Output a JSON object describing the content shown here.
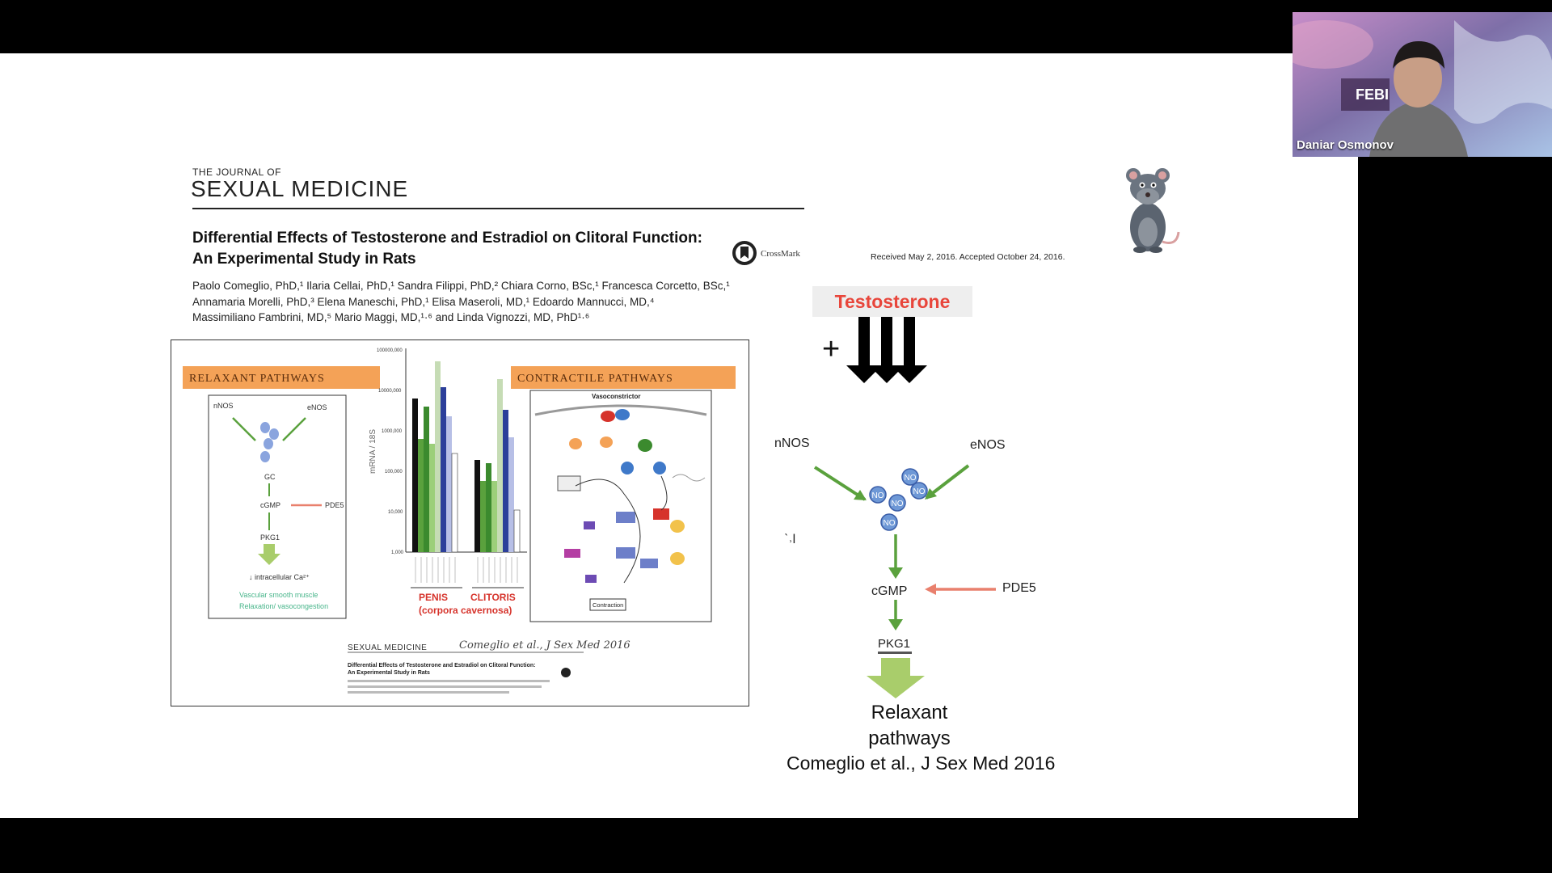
{
  "video": {
    "participant_name": "Daniar Osmonov",
    "backdrop_text": "FEBI"
  },
  "journal": {
    "small": "THE JOURNAL OF",
    "big": "SEXUAL MEDICINE"
  },
  "article": {
    "title_line1": "Differential Effects of Testosterone and Estradiol on Clitoral Function:",
    "title_line2": "An Experimental Study in Rats",
    "crossmark": "CrossMark",
    "received": "Received May 2, 2016. Accepted October 24, 2016.",
    "authors_line1": "Paolo Comeglio, PhD,¹ Ilaria Cellai, PhD,¹ Sandra Filippi, PhD,² Chiara Corno, BSc,¹ Francesca Corcetto, BSc,¹",
    "authors_line2": "Annamaria Morelli, PhD,³ Elena Maneschi, PhD,¹ Elisa Maseroli, MD,¹ Edoardo Mannucci, MD,⁴",
    "authors_line3": "Massimiliano Fambrini, MD,⁵ Mario Maggi, MD,¹·⁶ and Linda Vignozzi, MD, PhD¹·⁶"
  },
  "figure": {
    "relaxant_title": "RELAXANT PATHWAYS",
    "contractile_title": "CONTRACTILE PATHWAYS",
    "nnos": "nNOS",
    "enos": "eNOS",
    "gc": "GC",
    "cgmp": "cGMP",
    "pde5": "PDE5",
    "pkg1": "PKG1",
    "intracellular": "↓ intracellular Ca²⁺",
    "vsm1": "Vascular smooth muscle",
    "vsm2": "Relaxation/ vasocongestion",
    "ylabel": "mRNA / 18S",
    "yticks": [
      "100000,000",
      "10000,000",
      "1000,000",
      "100,000",
      "10,000",
      "1,000"
    ],
    "penis": "PENIS",
    "penis_sub": "(corpora cavernosa)",
    "clitoris": "CLITORIS",
    "vasoconstrictor": "Vasoconstrictor",
    "contraction": "Contraction",
    "small_journal": "SEXUAL MEDICINE",
    "handwritten": "Comeglio et al., J Sex Med 2016",
    "small_title1": "Differential Effects of Testosterone and Estradiol on Clitoral Function:",
    "small_title2": "An Experimental Study in Rats"
  },
  "pathway": {
    "testosterone": "Testosterone",
    "plus": "+",
    "nnos": "nNOS",
    "enos": "eNOS",
    "no": "NO",
    "cgmp": "cGMP",
    "pde5": "PDE5",
    "pkg1": "PKG1",
    "relaxant1": "Relaxant",
    "relaxant2": "pathways",
    "citation": "Comeglio et al., J Sex Med 2016",
    "fragment": "ˋ˒l"
  },
  "colors": {
    "orange": "#f4a257",
    "green": "#5aa13d",
    "pink": "#e9806d",
    "red": "#d6332b",
    "no_blue": "#6e98d6"
  }
}
